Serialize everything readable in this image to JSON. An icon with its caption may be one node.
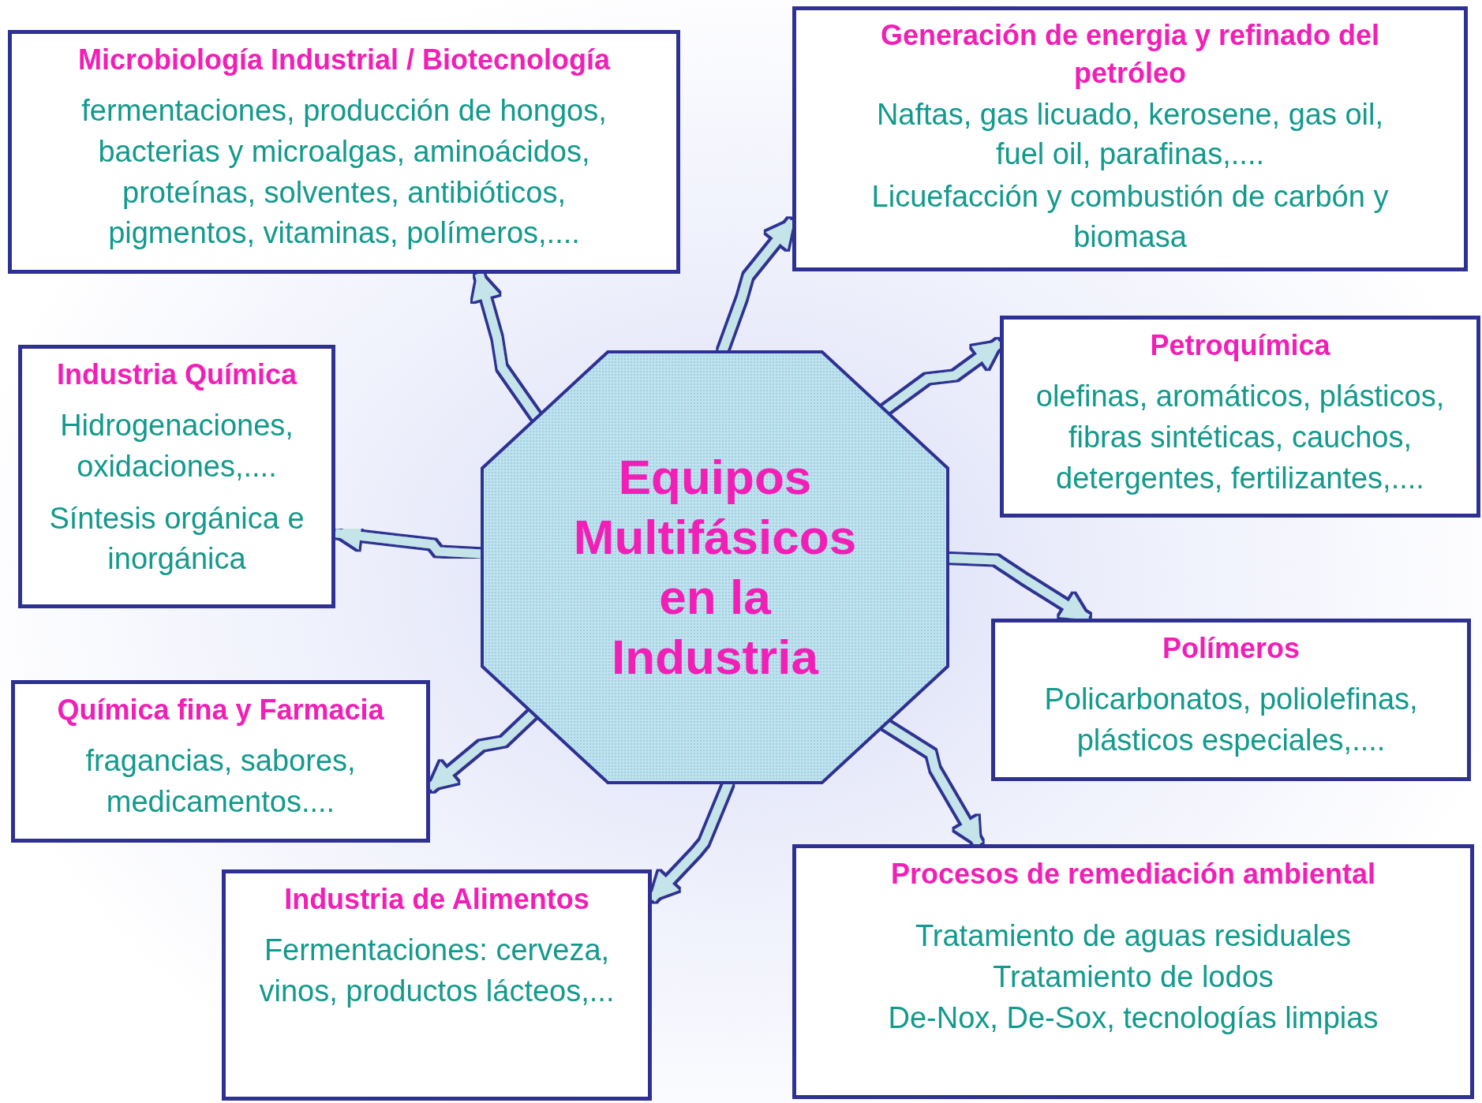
{
  "diagram": {
    "nodes": [
      {
        "text": [
          "Microbiología Industrial / Biotecnología",
          "fermentaciones, producción de hongos, bacterias y microalgas, aminoácidos, proteínas, solventes, antibióticos, pigmentos, vitaminas, polímeros,...."
        ]
      },
      {
        "text": [
          "Generación de energia y refinado del petróleo",
          "Naftas, gas licuado, kerosene, gas oil, fuel oil, parafinas,....",
          "Licuefacción y combustión de carbón y biomasa"
        ]
      },
      {
        "text": [
          "Petroquímica",
          "olefinas, aromáticos, plásticos, fibras sintéticas, cauchos, detergentes, fertilizantes,...."
        ]
      },
      {
        "text": [
          "Industria Química",
          "Hidrogenaciones, oxidaciones,....",
          "Síntesis orgánica e inorgánica"
        ]
      },
      {
        "text": [
          "Equipos Multifásicos en la Industria"
        ]
      },
      {
        "text": [
          "Polímeros",
          "Policarbonatos, poliolefinas, plásticos especiales,...."
        ]
      },
      {
        "text": [
          "Química fina y Farmacia",
          "fragancias, sabores, medicamentos...."
        ]
      },
      {
        "text": [
          "Procesos de remediación ambiental",
          "Tratamiento de aguas residuales",
          "Tratamiento de lodos",
          "De-Nox, De-Sox, tecnologías limpias"
        ]
      },
      {
        "text": [
          "Industria de Alimentos",
          "Fermentaciones: cerveza, vinos, productos lácteos,..."
        ]
      }
    ],
    "edges": [
      {
        "from": 4,
        "to": 0,
        "arrow": "to"
      },
      {
        "from": 4,
        "to": 1,
        "arrow": "to"
      },
      {
        "from": 4,
        "to": 2,
        "arrow": "to"
      },
      {
        "from": 4,
        "to": 5,
        "arrow": "to"
      },
      {
        "from": 4,
        "to": 7,
        "arrow": "to"
      },
      {
        "from": 4,
        "to": 8,
        "arrow": "to"
      },
      {
        "from": 4,
        "to": 6,
        "arrow": "to"
      },
      {
        "from": 4,
        "to": 3,
        "arrow": "to"
      }
    ]
  }
}
